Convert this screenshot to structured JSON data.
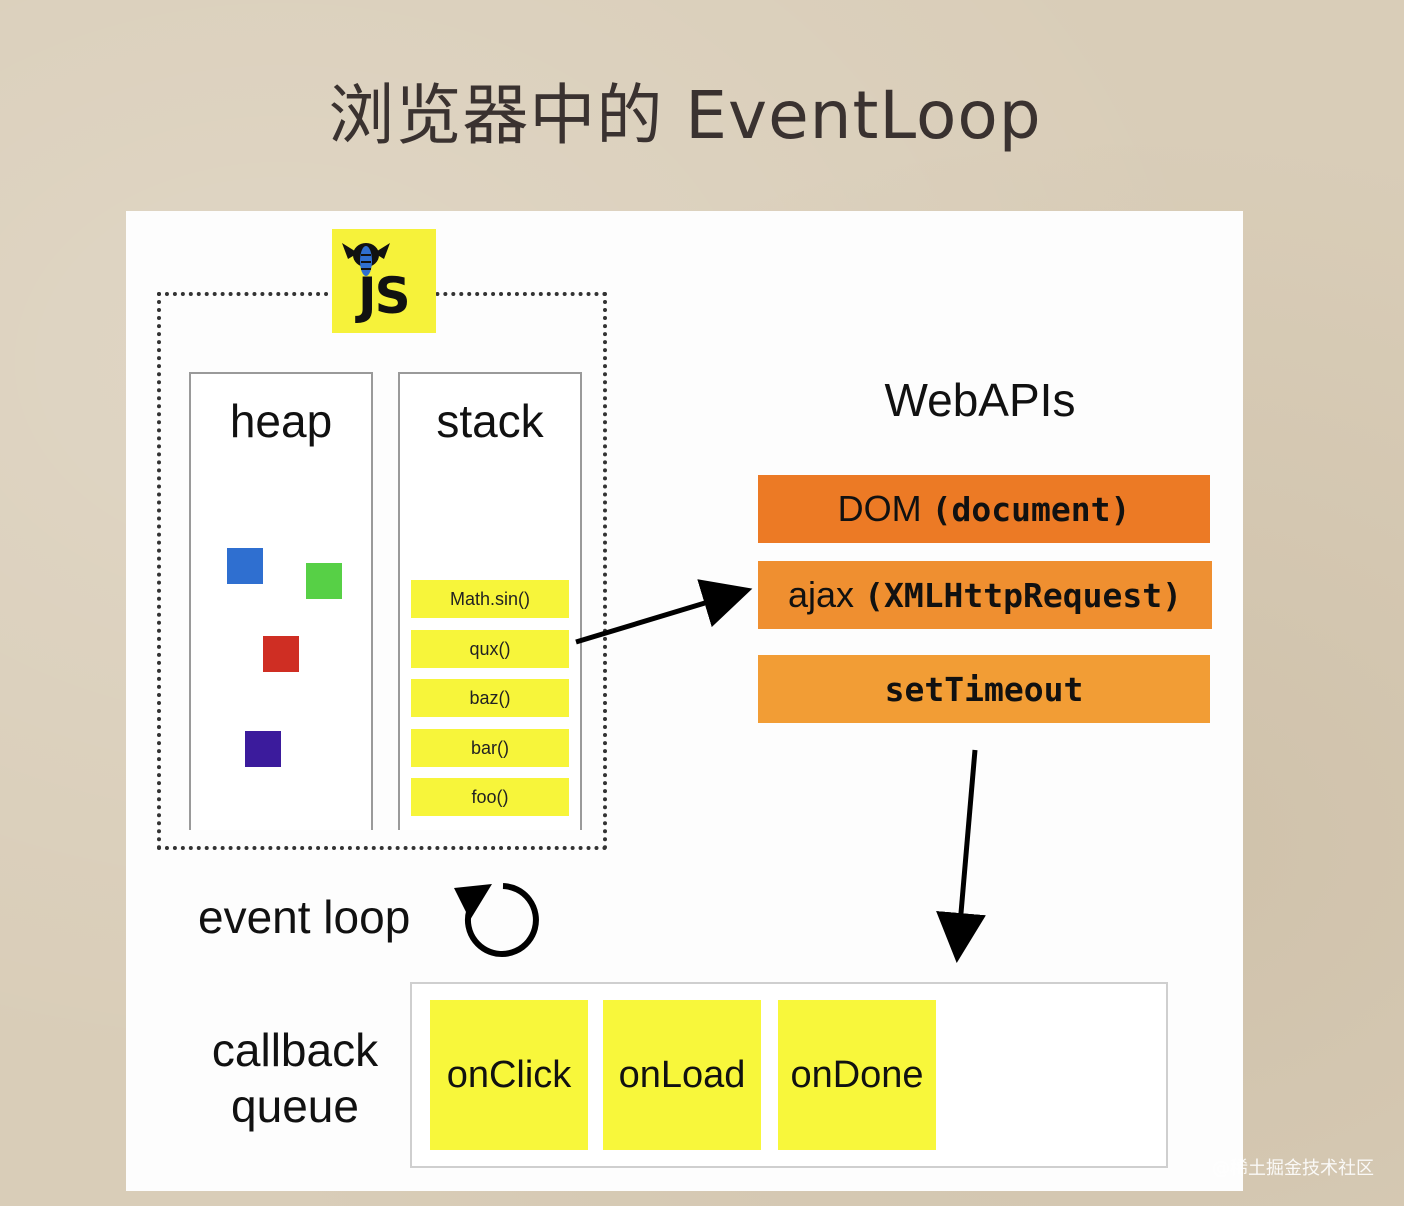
{
  "title": "浏览器中的 EventLoop",
  "js_engine": {
    "logo_text": "JS",
    "heap": {
      "title": "heap",
      "object_colors": [
        "#2f6fd0",
        "#57d046",
        "#cf2e23",
        "#3b1b9c"
      ]
    },
    "stack": {
      "title": "stack",
      "frames": [
        "Math.sin()",
        "qux()",
        "baz()",
        "bar()",
        "foo()"
      ],
      "frame_color": "#f7f53a"
    }
  },
  "webapis": {
    "title": "WebAPIs",
    "dom": {
      "name": "DOM",
      "arg": "(document)"
    },
    "ajax": {
      "name": "ajax",
      "arg": "(XMLHttpRequest)"
    },
    "timeout": {
      "arg": "setTimeout"
    }
  },
  "event_loop": {
    "label": "event loop"
  },
  "callback_queue": {
    "label_line1": "callback",
    "label_line2": "queue",
    "items": [
      "onClick",
      "onLoad",
      "onDone"
    ]
  },
  "watermark": "@稀土掘金技术社区"
}
